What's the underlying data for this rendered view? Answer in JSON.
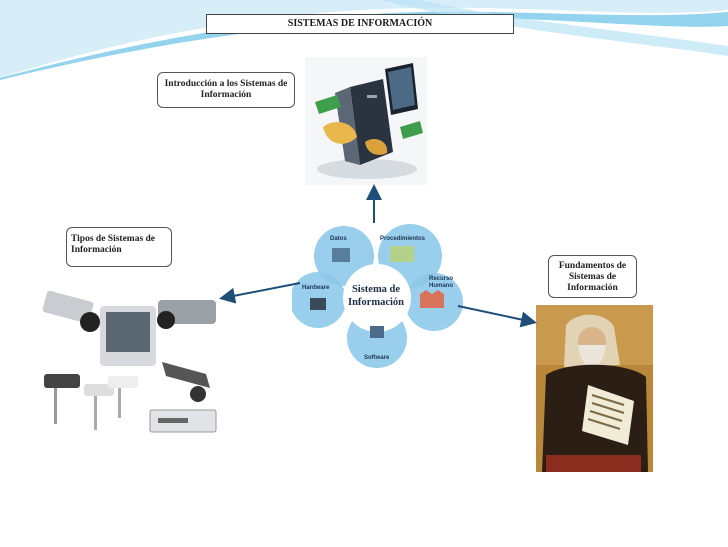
{
  "title": "SISTEMAS DE INFORMACIÓN",
  "nodes": {
    "intro": "Introducción a los Sistemas de Información",
    "tipos": "Tipos de Sistemas de Información",
    "fundamentos": "Fundamentos de Sistemas de Información"
  },
  "center": {
    "label": "Sistema de Información",
    "petals": {
      "datos": "Datos",
      "procedimientos": "Procedimientos",
      "hardware": "Hardware",
      "recurso": "Recurso",
      "humano": "Humano",
      "software": "Software"
    }
  },
  "colors": {
    "arrow": "#1f4e79",
    "wave": "#5bbfe6",
    "petal": "#8ec9ea"
  }
}
